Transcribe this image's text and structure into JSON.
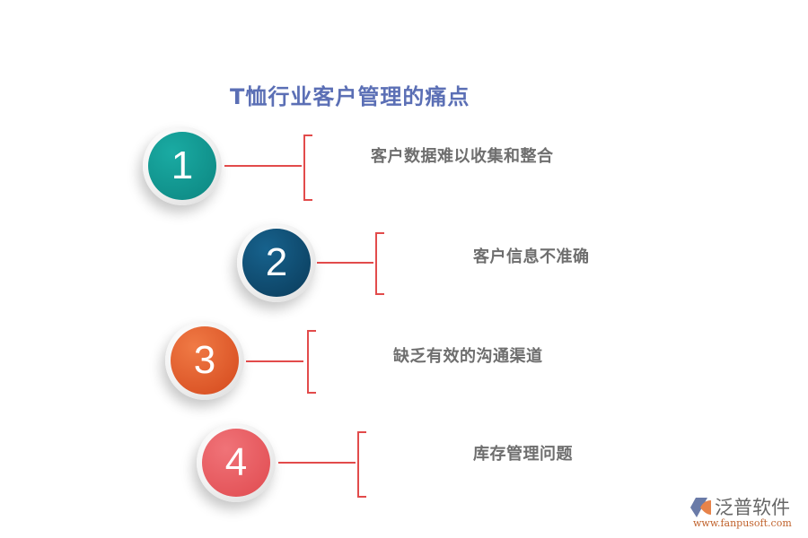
{
  "title": "T恤行业客户管理的痛点",
  "colors": {
    "title": "#5b6fb5",
    "connector": "#e24b4b",
    "item_text": "#6e6e6e"
  },
  "items": [
    {
      "number": "1",
      "label": "客户数据难以收集和整合",
      "color": "#12958f"
    },
    {
      "number": "2",
      "label": "客户信息不准确",
      "color": "#0d4a6e"
    },
    {
      "number": "3",
      "label": "缺乏有效的沟通渠道",
      "color": "#e2572a"
    },
    {
      "number": "4",
      "label": "库存管理问题",
      "color": "#e9585c"
    }
  ],
  "logo": {
    "name": "泛普软件",
    "url": "www.fanpusoft.com"
  }
}
